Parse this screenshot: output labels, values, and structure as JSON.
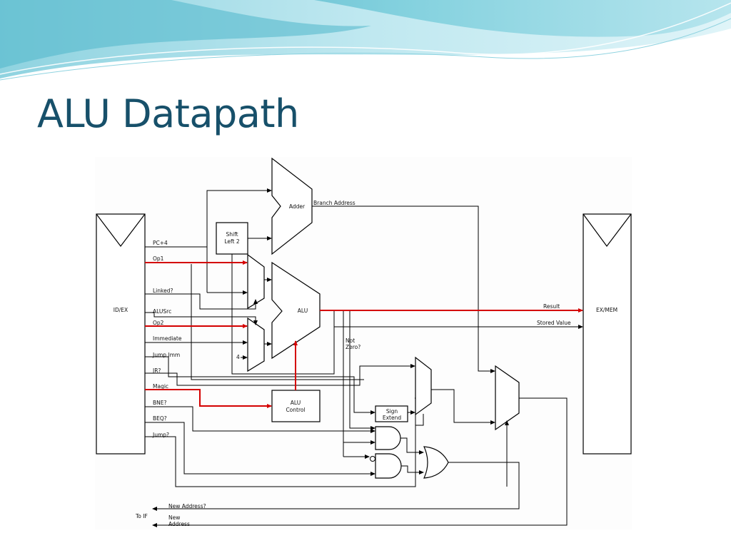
{
  "slide": {
    "title": "ALU Datapath"
  },
  "colors": {
    "title": "#17506a",
    "highlight_wire": "#d40000",
    "wire": "#000000",
    "banner_light": "#bfe7ee",
    "banner_mid": "#6ec9d8",
    "banner_dark": "#2a9bb5"
  },
  "diagram": {
    "registers": {
      "id_ex": "ID/EX",
      "ex_mem": "EX/MEM"
    },
    "id_ex_signals": {
      "pc_plus_4": "PC+4",
      "op1": "Op1",
      "linked": "Linked?",
      "alusrc": "ALUSrc",
      "op2": "Op2",
      "immediate": "Immediate",
      "jump_imm": "Jump Imm",
      "jr": "JR?",
      "magic": "Magic",
      "bne": "BNE?",
      "beq": "BEQ?",
      "jump": "Jump?"
    },
    "blocks": {
      "adder": "Adder",
      "shift_left_2": [
        "Shift",
        "Left 2"
      ],
      "alu": "ALU",
      "alu_control": [
        "ALU",
        "Control"
      ],
      "sign_extend": [
        "Sign",
        "Extend"
      ]
    },
    "wires": {
      "branch_address": "Branch Address",
      "result": "Result",
      "stored_value": "Stored Value",
      "not_zero": [
        "Not",
        "Zero?"
      ],
      "const_four": "4",
      "new_address_q": "New Address?",
      "new_address": [
        "New",
        "Address"
      ],
      "to_if": "To IF"
    }
  }
}
